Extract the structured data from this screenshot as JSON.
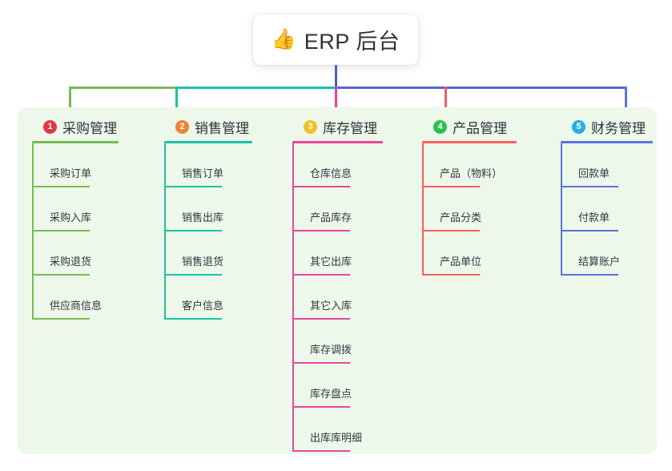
{
  "root": {
    "icon": "thumbs-up-icon",
    "emoji": "👍",
    "title": "ERP 后台"
  },
  "theme": {
    "panel_bg": "#edf7ea",
    "page_bg": "#ffffff",
    "text": "#2f3338",
    "stem": "#4a5ec4"
  },
  "connector": {
    "segments": [
      {
        "name": "green-segment",
        "color": "#77bb52"
      },
      {
        "name": "teal-segment",
        "color": "#18c4a5"
      },
      {
        "name": "blue-segment",
        "color": "#5b63cf"
      }
    ],
    "stem_color": "#4a5ec4"
  },
  "columns": [
    {
      "number": "1",
      "title": "采购管理",
      "badge_color": "#e8344b",
      "line_color": "#77bb52",
      "items": [
        {
          "label": "采购订单"
        },
        {
          "label": "采购入库"
        },
        {
          "label": "采购退货"
        },
        {
          "label": "供应商信息"
        }
      ]
    },
    {
      "number": "2",
      "title": "销售管理",
      "badge_color": "#f08131",
      "line_color": "#18c4a5",
      "items": [
        {
          "label": "销售订单"
        },
        {
          "label": "销售出库"
        },
        {
          "label": "销售退货"
        },
        {
          "label": "客户信息"
        }
      ]
    },
    {
      "number": "3",
      "title": "库存管理",
      "badge_color": "#f5c026",
      "line_color": "#e8469b",
      "items": [
        {
          "label": "仓库信息"
        },
        {
          "label": "产品库存"
        },
        {
          "label": "其它出库"
        },
        {
          "label": "其它入库"
        },
        {
          "label": "库存调拨"
        },
        {
          "label": "库存盘点"
        },
        {
          "label": "出库库明细"
        }
      ]
    },
    {
      "number": "4",
      "title": "产品管理",
      "badge_color": "#28c04f",
      "line_color": "#f4605e",
      "items": [
        {
          "label": "产品（物料）"
        },
        {
          "label": "产品分类"
        },
        {
          "label": "产品单位"
        }
      ]
    },
    {
      "number": "5",
      "title": "财务管理",
      "badge_color": "#29aee3",
      "line_color": "#5b75d6",
      "items": [
        {
          "label": "回款单"
        },
        {
          "label": "付款单"
        },
        {
          "label": "结算账户"
        }
      ]
    }
  ]
}
